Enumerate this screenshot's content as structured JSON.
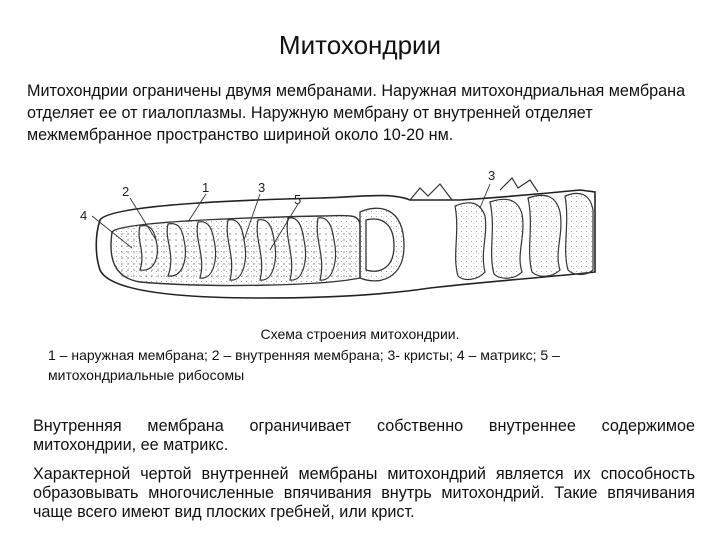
{
  "page": {
    "title": "Митохондрии",
    "intro": "Митохондрии ограничены двумя мембранами. Наружная митохондриальная мембрана отделяет ее от гиалоплазмы. Наружную мембрану от внутренней отделяет межмембранное пространство шириной около 10-20 нм."
  },
  "figure": {
    "labels": {
      "l2": "2",
      "l1": "1",
      "l3a": "3",
      "l5": "5",
      "l3b": "3",
      "l4": "4"
    },
    "caption_title": "Схема строения митохондрии.",
    "caption_legend": "1 – наружная мембрана; 2 – внутренняя мембрана; 3- кристы; 4 – матрикс; 5 – митохондриальные рибосомы"
  },
  "paragraphs": {
    "p1": "Внутренняя мембрана ограничивает собственно внутреннее содержимое митохондрии, ее матрикс.",
    "p2": "Характерной чертой внутренней мембраны митохондрий является их способность образовывать многочисленные впячивания внутрь митохондрий. Такие впячивания чаще всего имеют вид плоских гребней, или крист."
  }
}
